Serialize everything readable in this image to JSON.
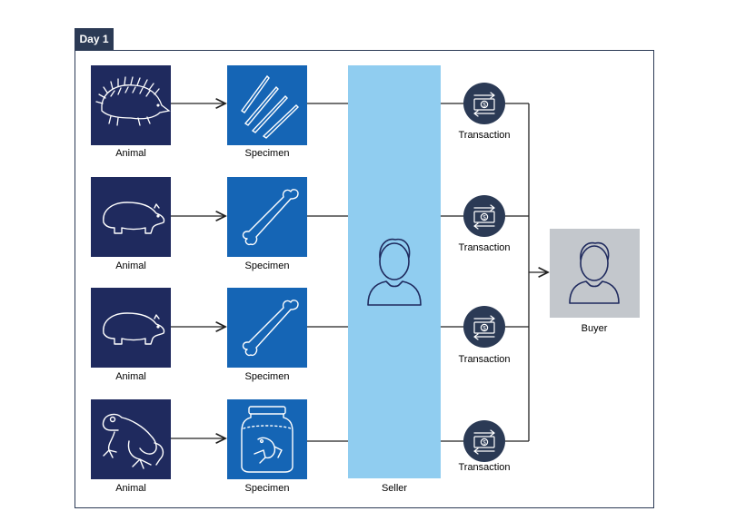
{
  "day_tab": "Day 1",
  "labels": {
    "animal": "Animal",
    "specimen": "Specimen",
    "seller": "Seller",
    "transaction": "Transaction",
    "buyer": "Buyer"
  },
  "rows": [
    {
      "animal_icon": "echidna-icon",
      "specimen_icon": "spines-icon"
    },
    {
      "animal_icon": "wombat-icon",
      "specimen_icon": "bone-icon"
    },
    {
      "animal_icon": "wombat-icon",
      "specimen_icon": "bone-icon"
    },
    {
      "animal_icon": "frog-icon",
      "specimen_icon": "jar-icon"
    }
  ],
  "colors": {
    "animal_box": "#1f2a5e",
    "specimen_box": "#1565b5",
    "seller_box": "#90cdf0",
    "buyer_box": "#c3c7cc",
    "transaction_coin": "#2b3a55"
  }
}
